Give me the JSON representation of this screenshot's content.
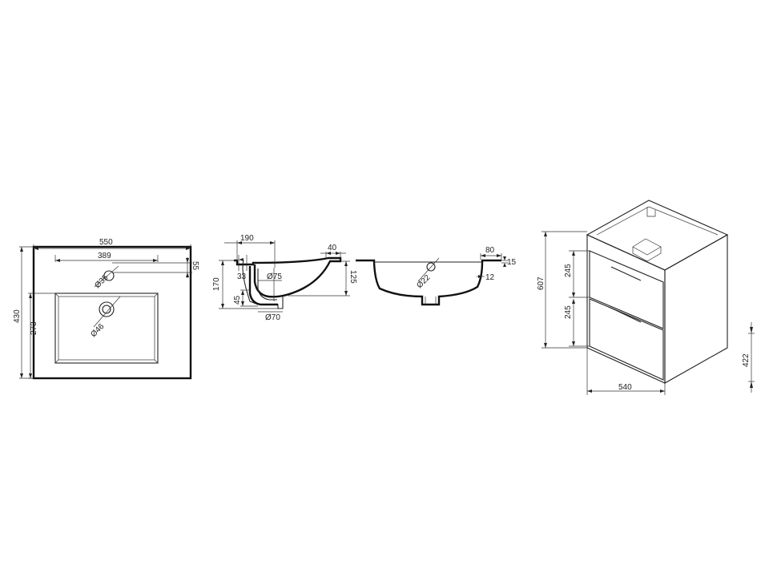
{
  "top_view": {
    "width_overall": "550",
    "width_inner": "389",
    "tap_hole_diameter": "Ø35",
    "tap_hole_offset": "55",
    "drain_diameter": "Ø46",
    "depth_overall": "430",
    "depth_basin": "273"
  },
  "side_section": {
    "front_offset": "190",
    "rim_width": "40",
    "height_overall": "170",
    "basin_depth": "125",
    "front_lip": "33",
    "trap_height": "45",
    "drain_upper_diameter": "Ø75",
    "drain_lower_diameter": "Ø70"
  },
  "front_section": {
    "edge_width": "80",
    "edge_thickness": "15",
    "overflow_diameter": "Ø22",
    "wall_thickness": "12"
  },
  "cabinet": {
    "height_overall": "607",
    "drawer_upper_height": "245",
    "drawer_lower_height": "245",
    "width": "540",
    "mount_height": "422"
  }
}
